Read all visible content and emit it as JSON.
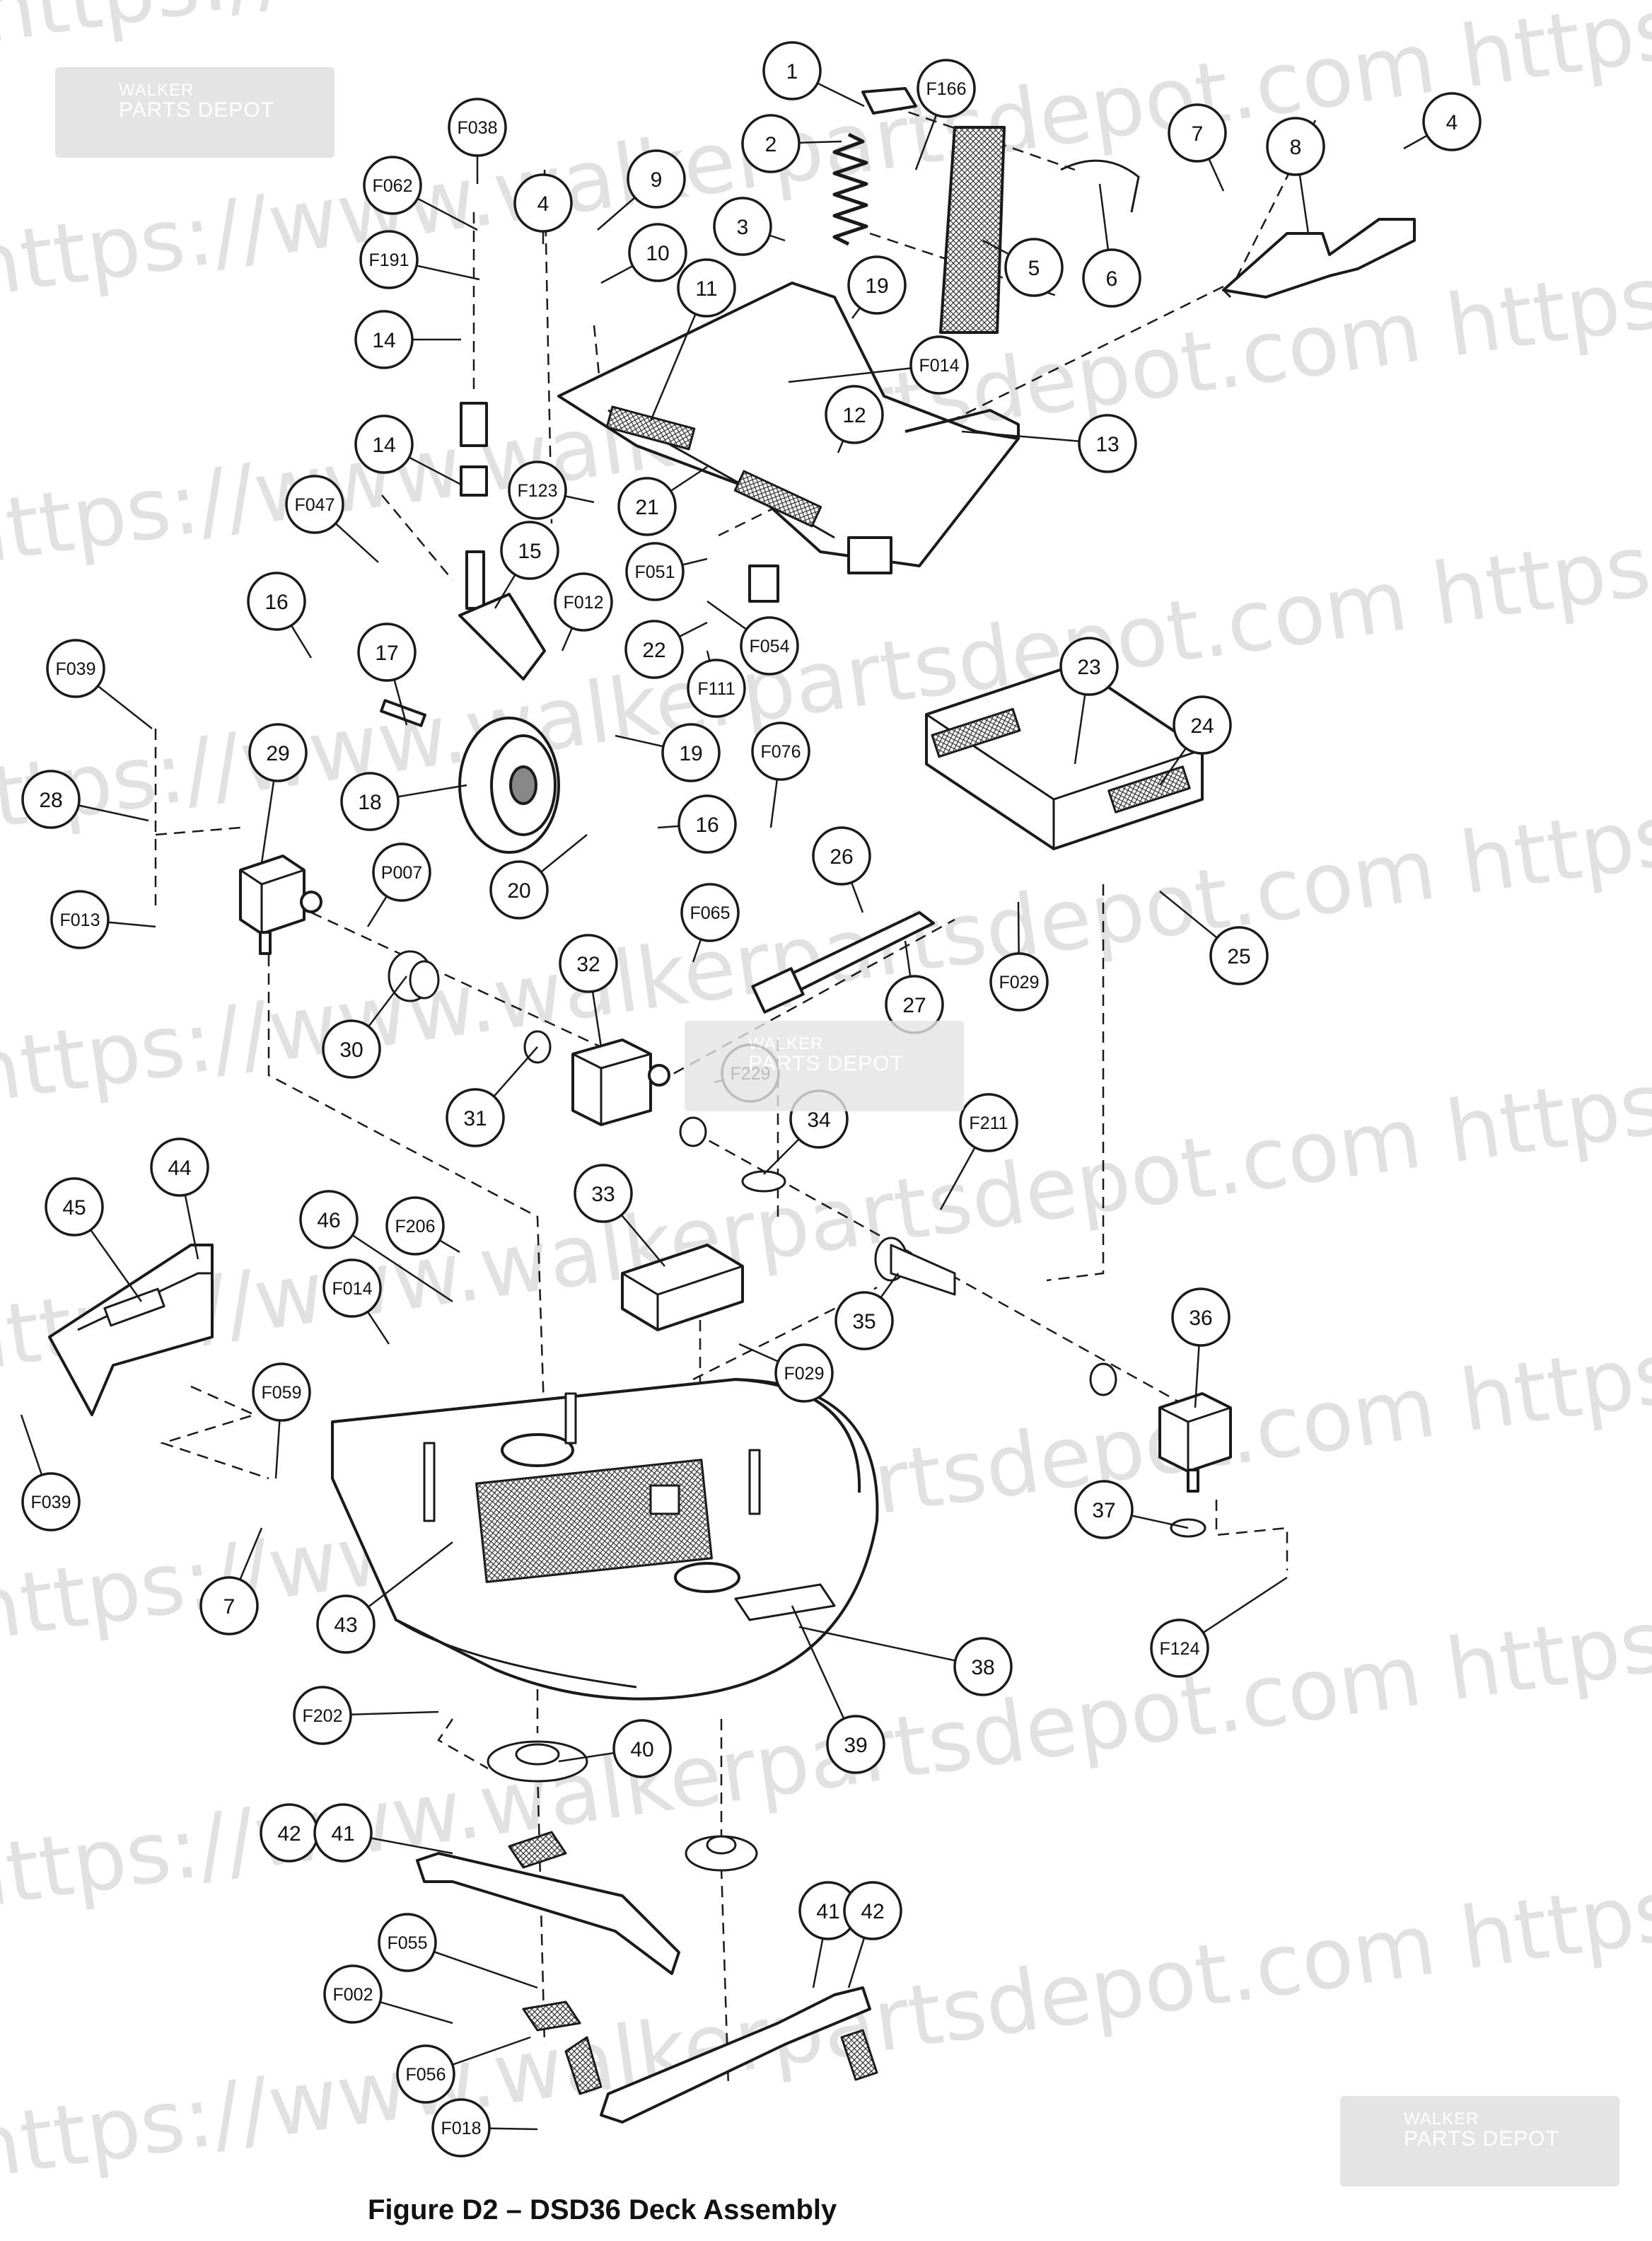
{
  "caption": "Figure D2 – DSD36 Deck Assembly",
  "watermark": {
    "url_text": "https://www.walkerpartsdepot.com",
    "logo_line1": "WALKER",
    "logo_line2": "PARTS DEPOT"
  },
  "colors": {
    "line": "#1a1a1a",
    "watermark": "#dcdcdc",
    "logo_bg": "#e4e4e4"
  },
  "callouts": [
    {
      "label": "1"
    },
    {
      "label": "F166"
    },
    {
      "label": "2"
    },
    {
      "label": "F038"
    },
    {
      "label": "F062"
    },
    {
      "label": "4"
    },
    {
      "label": "9"
    },
    {
      "label": "3"
    },
    {
      "label": "5"
    },
    {
      "label": "6"
    },
    {
      "label": "7"
    },
    {
      "label": "8"
    },
    {
      "label": "4"
    },
    {
      "label": "F191"
    },
    {
      "label": "10"
    },
    {
      "label": "11"
    },
    {
      "label": "19"
    },
    {
      "label": "14"
    },
    {
      "label": "F014"
    },
    {
      "label": "12"
    },
    {
      "label": "13"
    },
    {
      "label": "14"
    },
    {
      "label": "F123"
    },
    {
      "label": "21"
    },
    {
      "label": "F047"
    },
    {
      "label": "15"
    },
    {
      "label": "F051"
    },
    {
      "label": "16"
    },
    {
      "label": "F012"
    },
    {
      "label": "22"
    },
    {
      "label": "F054"
    },
    {
      "label": "F111"
    },
    {
      "label": "F039"
    },
    {
      "label": "17"
    },
    {
      "label": "23"
    },
    {
      "label": "29"
    },
    {
      "label": "19"
    },
    {
      "label": "F076"
    },
    {
      "label": "24"
    },
    {
      "label": "28"
    },
    {
      "label": "18"
    },
    {
      "label": "16"
    },
    {
      "label": "26"
    },
    {
      "label": "P007"
    },
    {
      "label": "F013"
    },
    {
      "label": "20"
    },
    {
      "label": "F065"
    },
    {
      "label": "25"
    },
    {
      "label": "F029"
    },
    {
      "label": "32"
    },
    {
      "label": "27"
    },
    {
      "label": "30"
    },
    {
      "label": "F229"
    },
    {
      "label": "31"
    },
    {
      "label": "34"
    },
    {
      "label": "F211"
    },
    {
      "label": "44"
    },
    {
      "label": "45"
    },
    {
      "label": "46"
    },
    {
      "label": "F206"
    },
    {
      "label": "33"
    },
    {
      "label": "F014"
    },
    {
      "label": "36"
    },
    {
      "label": "35"
    },
    {
      "label": "F029"
    },
    {
      "label": "F059"
    },
    {
      "label": "F039"
    },
    {
      "label": "37"
    },
    {
      "label": "7"
    },
    {
      "label": "43"
    },
    {
      "label": "38"
    },
    {
      "label": "F124"
    },
    {
      "label": "F202"
    },
    {
      "label": "39"
    },
    {
      "label": "40"
    },
    {
      "label": "42"
    },
    {
      "label": "41"
    },
    {
      "label": "41"
    },
    {
      "label": "42"
    },
    {
      "label": "F055"
    },
    {
      "label": "F002"
    },
    {
      "label": "F056"
    },
    {
      "label": "F018"
    }
  ]
}
